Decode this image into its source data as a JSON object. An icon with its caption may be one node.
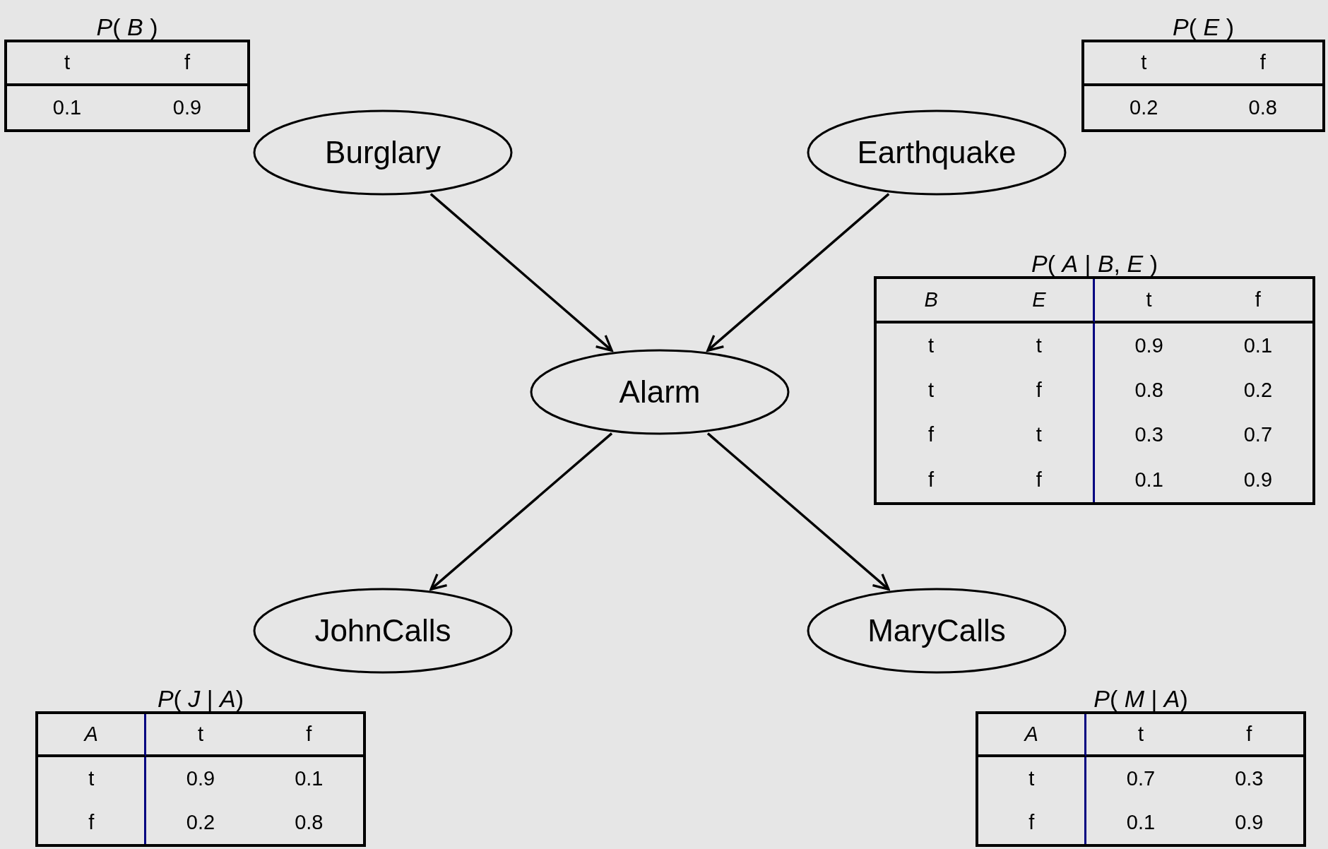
{
  "diagram": {
    "nodes": [
      {
        "text": [
          "*P*( *B* )",
          "t",
          "f",
          "0.1",
          "0.9"
        ]
      },
      {
        "text": [
          "*P*( *E* )",
          "t",
          "f",
          "0.2",
          "0.8"
        ]
      },
      {
        "text": [
          "Burglary"
        ]
      },
      {
        "text": [
          "Earthquake"
        ]
      },
      {
        "text": [
          "*P*( *A* | *B*, *E* )",
          "B",
          "E",
          "t",
          "f",
          "t",
          "t",
          "0.9",
          "0.1",
          "t",
          "f",
          "0.8",
          "0.2",
          "f",
          "t",
          "0.3",
          "0.7",
          "f",
          "f",
          "0.1",
          "0.9"
        ]
      },
      {
        "text": [
          "Alarm"
        ]
      },
      {
        "text": [
          "JohnCalls"
        ]
      },
      {
        "text": [
          "MaryCalls"
        ]
      },
      {
        "text": [
          "*P*( *J* | *A*)",
          "A",
          "t",
          "f",
          "t",
          "0.9",
          "0.1",
          "f",
          "0.2",
          "0.8"
        ]
      },
      {
        "text": [
          "*P*( *M* | *A*)",
          "A",
          "t",
          "f",
          "t",
          "0.7",
          "0.3",
          "f",
          "0.1",
          "0.9"
        ]
      }
    ],
    "edges": [
      {
        "from": 2,
        "to": 5,
        "arrow": "to"
      },
      {
        "from": 3,
        "to": 5,
        "arrow": "to"
      },
      {
        "from": 5,
        "to": 6,
        "arrow": "to"
      },
      {
        "from": 5,
        "to": 7,
        "arrow": "to"
      }
    ]
  }
}
